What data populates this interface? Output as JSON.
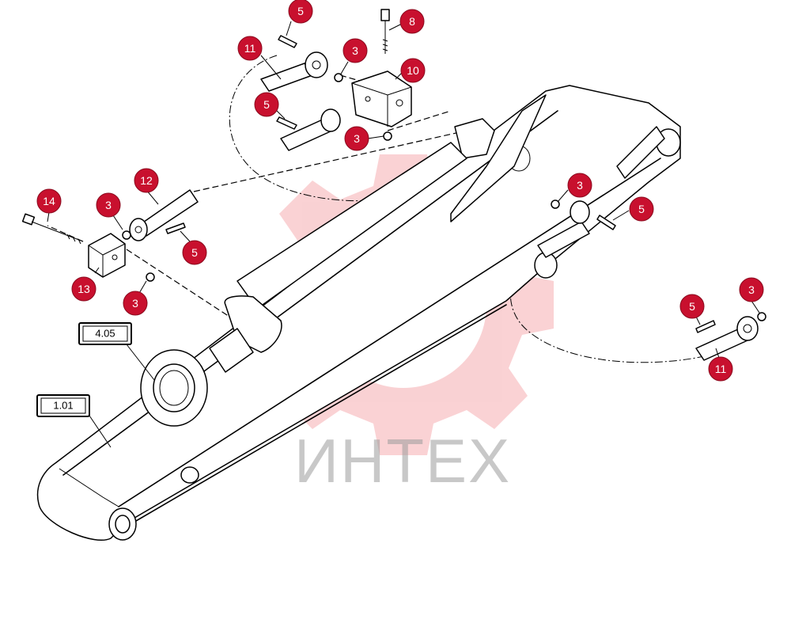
{
  "watermark": {
    "text": "ИНТЕХ",
    "gear_color": "#e8323c",
    "text_color": "#9a9a9a"
  },
  "accent_color": "#c8102e",
  "callouts": [
    {
      "id": "c1",
      "label": "5"
    },
    {
      "id": "c2",
      "label": "8"
    },
    {
      "id": "c3",
      "label": "11"
    },
    {
      "id": "c4",
      "label": "3"
    },
    {
      "id": "c5",
      "label": "10"
    },
    {
      "id": "c6",
      "label": "5"
    },
    {
      "id": "c7",
      "label": "3"
    },
    {
      "id": "c8",
      "label": "12"
    },
    {
      "id": "c9",
      "label": "14"
    },
    {
      "id": "c10",
      "label": "3"
    },
    {
      "id": "c11",
      "label": "5"
    },
    {
      "id": "c12",
      "label": "13"
    },
    {
      "id": "c13",
      "label": "3"
    },
    {
      "id": "c14",
      "label": "3"
    },
    {
      "id": "c15",
      "label": "5"
    },
    {
      "id": "c16",
      "label": "3"
    },
    {
      "id": "c17",
      "label": "5"
    },
    {
      "id": "c18",
      "label": "11"
    }
  ],
  "references": [
    {
      "id": "r1",
      "label": "4.05"
    },
    {
      "id": "r2",
      "label": "1.01"
    }
  ]
}
